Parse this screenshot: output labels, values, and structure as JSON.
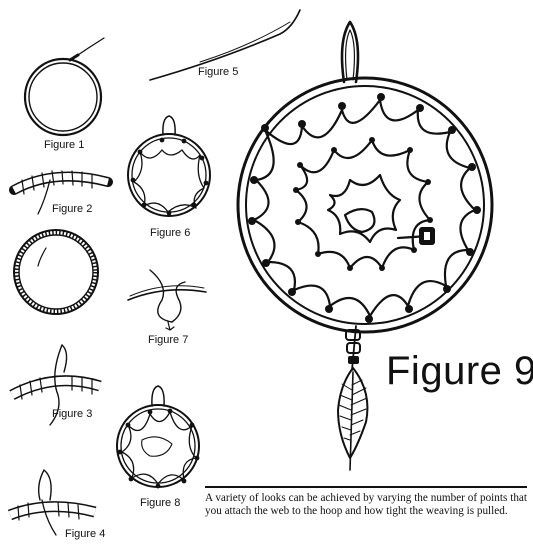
{
  "figures": {
    "figure1": "Figure 1",
    "figure2": "Figure 2",
    "figure3": "Figure 3",
    "figure4": "Figure 4",
    "figure5": "Figure 5",
    "figure6": "Figure 6",
    "figure7": "Figure 7",
    "figure8": "Figure 8",
    "figure9": "Figure 9"
  },
  "caption": "A variety of looks can be achieved by varying the number of points that you attach the web to the hoop and how tight the weaving is pulled."
}
